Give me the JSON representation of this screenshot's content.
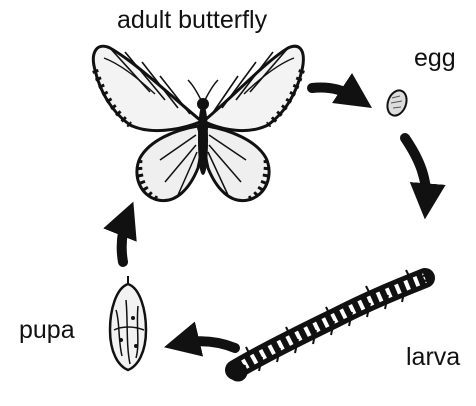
{
  "diagram": {
    "stages": [
      {
        "id": "adult",
        "label": "adult butterfly",
        "icon": "butterfly-icon"
      },
      {
        "id": "egg",
        "label": "egg",
        "icon": "egg-icon"
      },
      {
        "id": "larva",
        "label": "larva",
        "icon": "caterpillar-icon"
      },
      {
        "id": "pupa",
        "label": "pupa",
        "icon": "chrysalis-icon"
      }
    ],
    "cycle_order": [
      "adult",
      "egg",
      "larva",
      "pupa"
    ],
    "colors": {
      "ink": "#111111",
      "background": "#ffffff"
    }
  }
}
